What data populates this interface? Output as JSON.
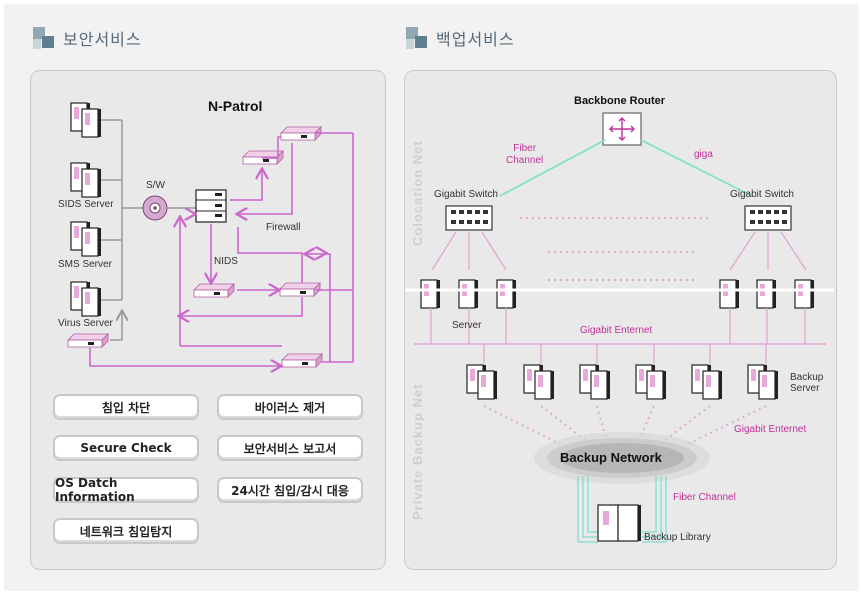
{
  "security": {
    "title": "보안서비스",
    "diagram_title": "N-Patrol",
    "labels": {
      "sids": "SIDS Server",
      "sms": "SMS Server",
      "virus": "Virus Server",
      "sw": "S/W",
      "nids": "NIDS",
      "firewall": "Firewall"
    },
    "buttons": [
      "침입 차단",
      "바이러스 제거",
      "Secure Check",
      "보안서비스 보고서",
      "OS Datch Information",
      "24시간 침입/감시 대응",
      "네트워크 침입탐지"
    ]
  },
  "backup": {
    "title": "백업서비스",
    "labels": {
      "router": "Backbone Router",
      "fiber_top": "Fiber\nChannel",
      "giga": "giga",
      "switch_left": "Gigabit Switch",
      "switch_right": "Gigabit Switch",
      "server": "Server",
      "gigabit_enternet_top": "Gigabit Enternet",
      "backup_server": "Backup\nServer",
      "gigabit_enternet_bottom": "Gigabit Enternet",
      "backup_network": "Backup Network",
      "fiber_bottom": "Fiber Channel",
      "backup_library": "Backup Library",
      "colocation_net": "Colocation Net",
      "private_backup_net": "Private Backup Net"
    }
  },
  "colors": {
    "accent_magenta": "#c0309a",
    "link_magenta": "#cc66cc",
    "fiber_cyan": "#7fe0cc",
    "title_blue": "#556a7a"
  }
}
